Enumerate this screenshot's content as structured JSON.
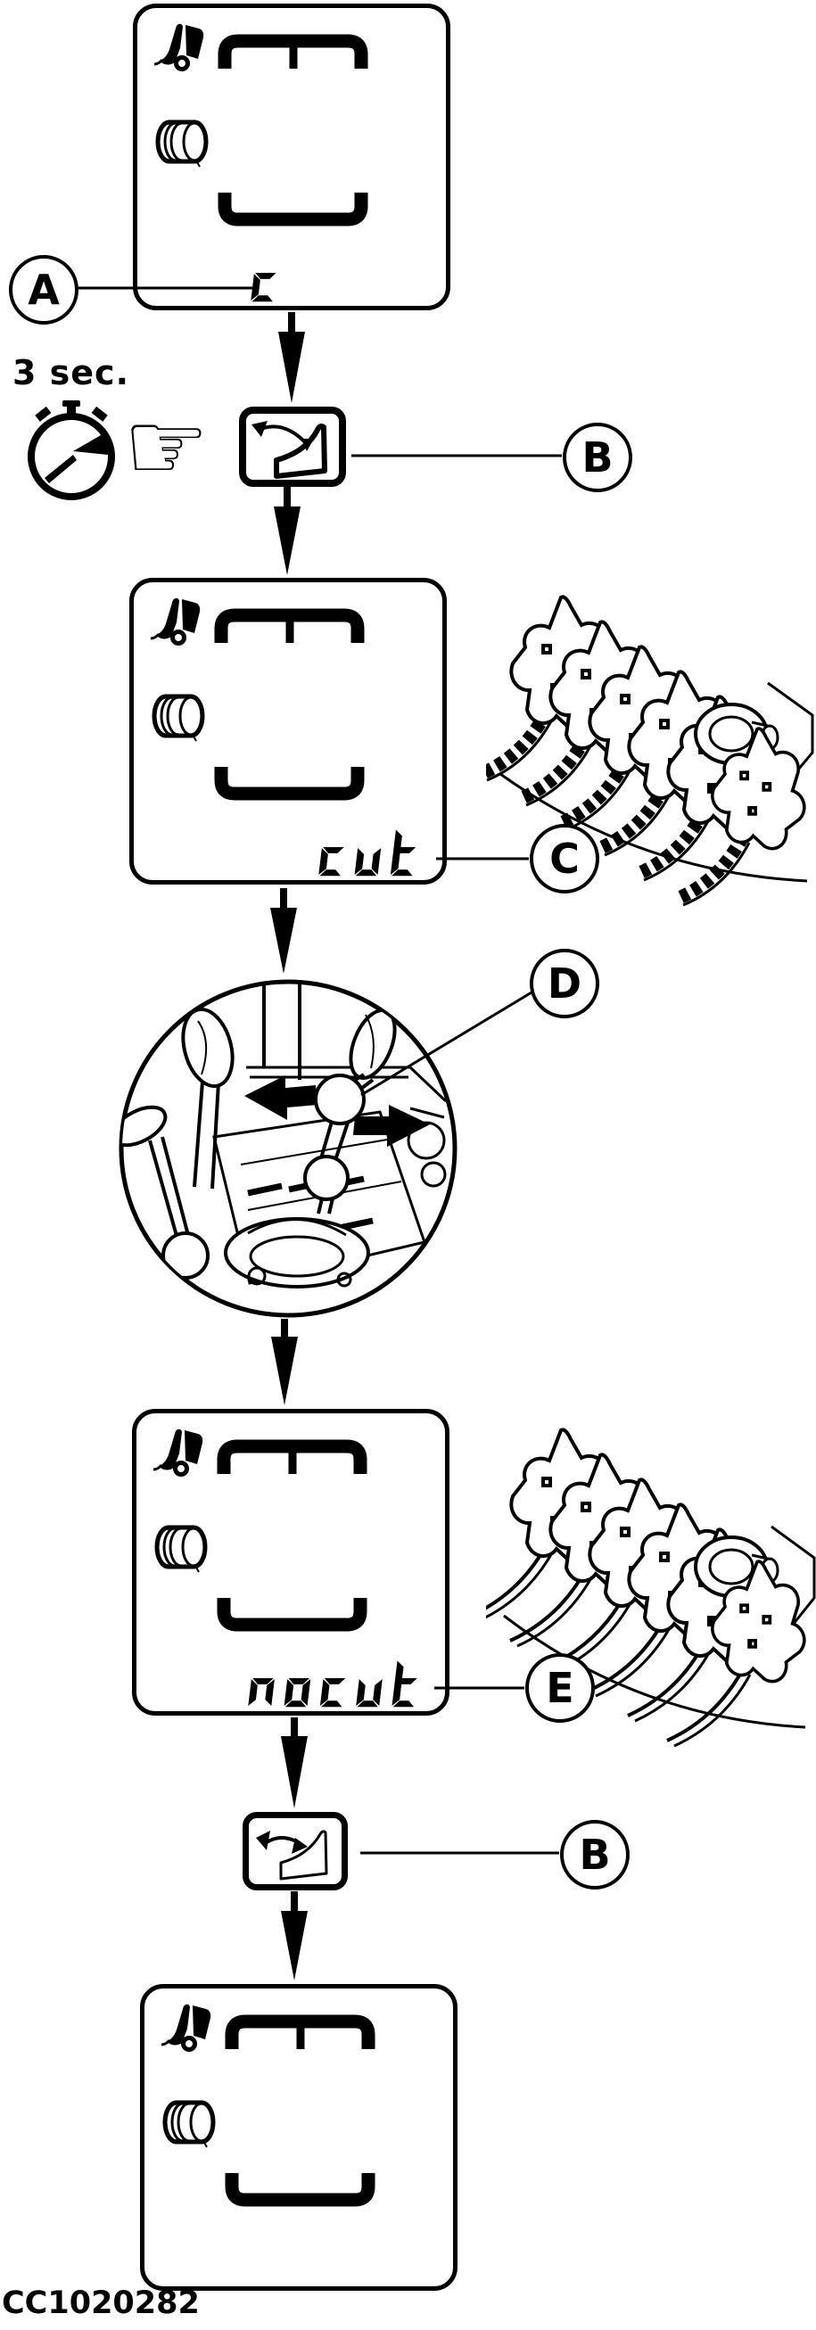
{
  "figure_code": "CC1020282",
  "hold_label": "3 sec.",
  "callouts": {
    "a": "A",
    "b": "B",
    "c": "C",
    "d": "D",
    "e": "E"
  },
  "lcd": {
    "panel1": "c",
    "panel2": "cut",
    "panel3": "nocut",
    "panel4": ""
  },
  "colors": {
    "ink": "#000000",
    "paper": "#ffffff"
  },
  "glyphs": {
    "pointing_hand": "☞"
  },
  "icons": {
    "baler-pickup-icon": "round baler pickup with wheel",
    "bale-roll-icon": "rolled bale cylinder",
    "bale-chamber-frame-icon": "LCD bale chamber outline segments",
    "stopwatch-icon": "hold button 3 seconds",
    "pointing-hand-icon": "press button",
    "knife-button-icon": "knife engage/disengage rocker button",
    "rotor-knives-engaged-icon": "cutting rotor with serrated knives engaged",
    "rotor-knives-retracted-icon": "cutting rotor with knives retracted",
    "control-levers-icon": "move control lever left/right"
  }
}
